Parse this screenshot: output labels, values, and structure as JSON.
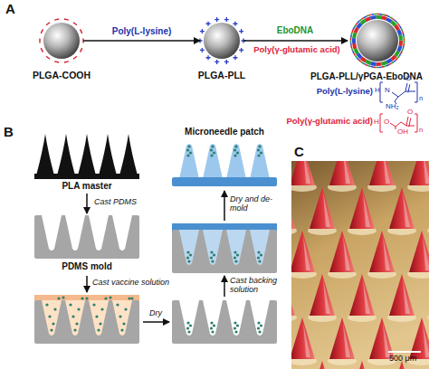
{
  "diagram": {
    "nodes": [
      {
        "text": [
          "PLGA-COOH"
        ]
      },
      {
        "text": [
          "PLGA-PLL"
        ]
      },
      {
        "text": [
          "PLGA-PLL/γPGA-EboDNA"
        ]
      },
      {
        "text": [
          "PLA master"
        ]
      },
      {
        "text": [
          "PDMS mold"
        ]
      },
      {
        "text": [
          "Microneedle patch"
        ]
      }
    ],
    "edges": [
      {
        "from": 0,
        "to": 1,
        "label": "Poly(L-lysine)",
        "arrow": "to"
      },
      {
        "from": 1,
        "to": 2,
        "arrow": "to"
      },
      {
        "from": 3,
        "to": 4,
        "label": "Cast PDMS",
        "arrow": "to"
      }
    ],
    "labels": [
      "A",
      "EboDNA",
      "Poly(γ-glutamic acid)",
      "Poly(L-lysine)",
      "H",
      "N",
      "O",
      "n",
      "NH₂",
      "Poly(γ-glutamic acid)",
      "H",
      "O",
      "O",
      "n",
      "OH",
      "B",
      "Cast vaccine solution",
      "Dry",
      "Cast backing solution",
      "Dry and de-mold",
      "C",
      "500 μm"
    ]
  }
}
